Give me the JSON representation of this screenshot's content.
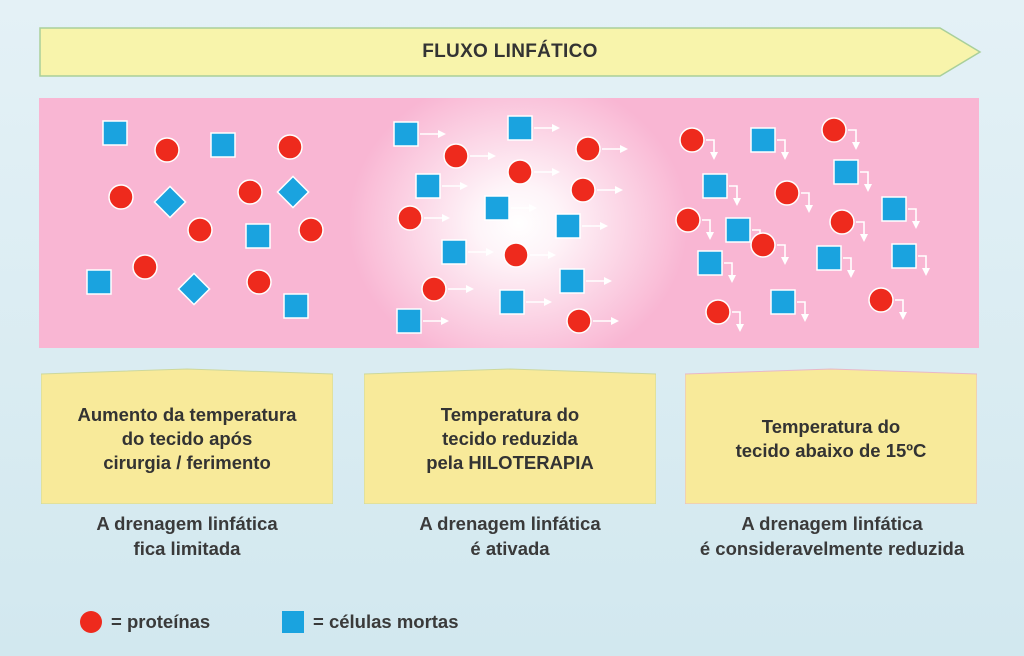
{
  "banner": {
    "title": "FLUXO LINFÁTICO"
  },
  "colors": {
    "protein": "#ee2a1d",
    "dead_cell": "#1aa3df",
    "arrow_fill": "#f8f4ab",
    "tissue": "#f9b6d3",
    "box_fill": "#f8ea9a"
  },
  "panels": [
    {
      "box_text": "Aumento da temperatura\ndo tecido após\ncirurgia / ferimento",
      "result": "A drenagem linfática\nfica limitada",
      "flow": "none"
    },
    {
      "box_text": "Temperatura do\ntecido reduzida\npela HILOTERAPIA",
      "result": "A drenagem linfática\né ativada",
      "flow": "right"
    },
    {
      "box_text": "Temperatura do\ntecido abaixo de 15ºC",
      "result": "A drenagem linfática\né consideravelmente reduzida",
      "flow": "right-then-down"
    }
  ],
  "legend": {
    "protein_label": "= proteínas",
    "dead_cell_label": "= células mortas"
  }
}
